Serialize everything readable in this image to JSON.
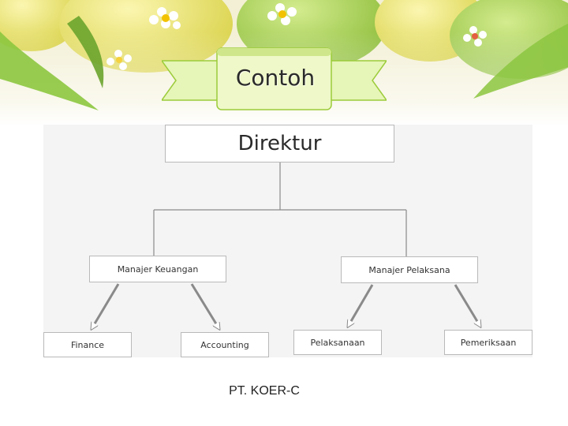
{
  "slide": {
    "title": "Contoh",
    "caption": "PT. KOER-C"
  },
  "org_chart": {
    "root": "Direktur",
    "managers": [
      "Manajer Keuangan",
      "Manajer Pelaksana"
    ],
    "staff": {
      "keuangan": [
        "Finance",
        "Accounting"
      ],
      "pelaksana": [
        "Pelaksanaan",
        "Pemeriksaan"
      ]
    }
  },
  "colors": {
    "banner_green": "#8cc63f",
    "ribbon_fill": "#e6f5b8",
    "ribbon_border": "#9ccc3a",
    "connector": "#8a8a8a"
  }
}
